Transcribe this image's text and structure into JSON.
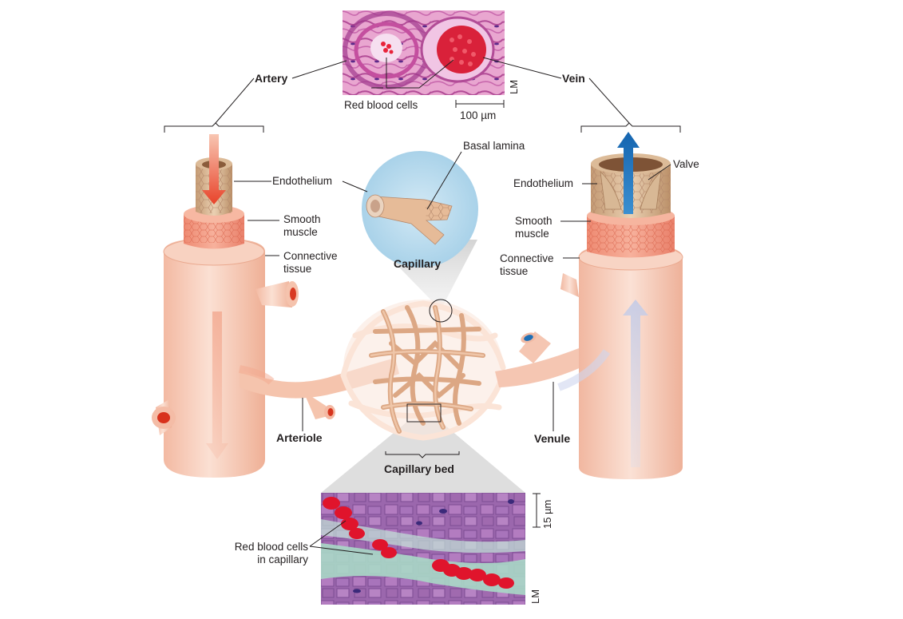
{
  "labels": {
    "artery": "Artery",
    "vein": "Vein",
    "red_blood_cells": "Red blood cells",
    "scale_top": "100 µm",
    "lm_top": "LM",
    "basal_lamina": "Basal lamina",
    "capillary": "Capillary",
    "endothelium_left": "Endothelium",
    "smooth_muscle_left": "Smooth muscle",
    "connective_tissue_left": "Connective tissue",
    "endothelium_right": "Endothelium",
    "valve": "Valve",
    "smooth_muscle_right": "Smooth muscle",
    "connective_tissue_right": "Connective tissue",
    "arteriole": "Arteriole",
    "venule": "Venule",
    "capillary_bed": "Capillary bed",
    "red_blood_cells_capillary": "Red blood cells in capillary",
    "scale_bottom": "15 µm",
    "lm_bottom": "LM"
  },
  "colors": {
    "vessel_skin": "#f6c9b4",
    "muscle": "#f08a74",
    "endothelium": "#d9b48e",
    "arterial_flow": "#e8432a",
    "venous_flow": "#1f78c1",
    "capillary_highlight": "#b7d9ec",
    "histology_pink": "#d96fb4",
    "blood_red": "#e0142c"
  }
}
